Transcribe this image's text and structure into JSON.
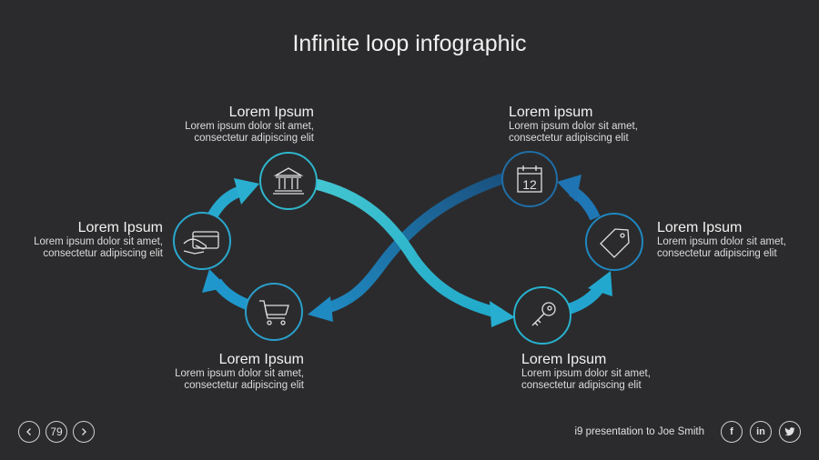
{
  "title": "Infinite loop infographic",
  "items": [
    {
      "heading": "Lorem Ipsum",
      "line1": "Lorem ipsum dolor sit amet,",
      "line2": "consectetur adipiscing elit",
      "icon": "bank-icon"
    },
    {
      "heading": "Lorem ipsum",
      "line1": "Lorem ipsum dolor sit amet,",
      "line2": "consectetur adipiscing elit",
      "icon": "calendar-icon"
    },
    {
      "heading": "Lorem Ipsum",
      "line1": "Lorem ipsum dolor sit amet,",
      "line2": "consectetur adipiscing elit",
      "icon": "credit-card-icon"
    },
    {
      "heading": "Lorem Ipsum",
      "line1": "Lorem ipsum dolor sit amet,",
      "line2": "consectetur adipiscing elit",
      "icon": "price-tag-icon"
    },
    {
      "heading": "Lorem Ipsum",
      "line1": "Lorem ipsum dolor sit amet,",
      "line2": "consectetur adipiscing elit",
      "icon": "shopping-cart-icon"
    },
    {
      "heading": "Lorem Ipsum",
      "line1": "Lorem ipsum dolor sit amet,",
      "line2": "consectetur adipiscing elit",
      "icon": "key-icon"
    }
  ],
  "calendar_number": "12",
  "footer": {
    "page_number": "79",
    "presentation_text": "i9 presentation to Joe Smith",
    "facebook": "f",
    "linkedin": "in"
  },
  "colors": {
    "background": "#2b2b2d",
    "cyan": "#2fb6cc",
    "blue": "#1f6ea6"
  }
}
